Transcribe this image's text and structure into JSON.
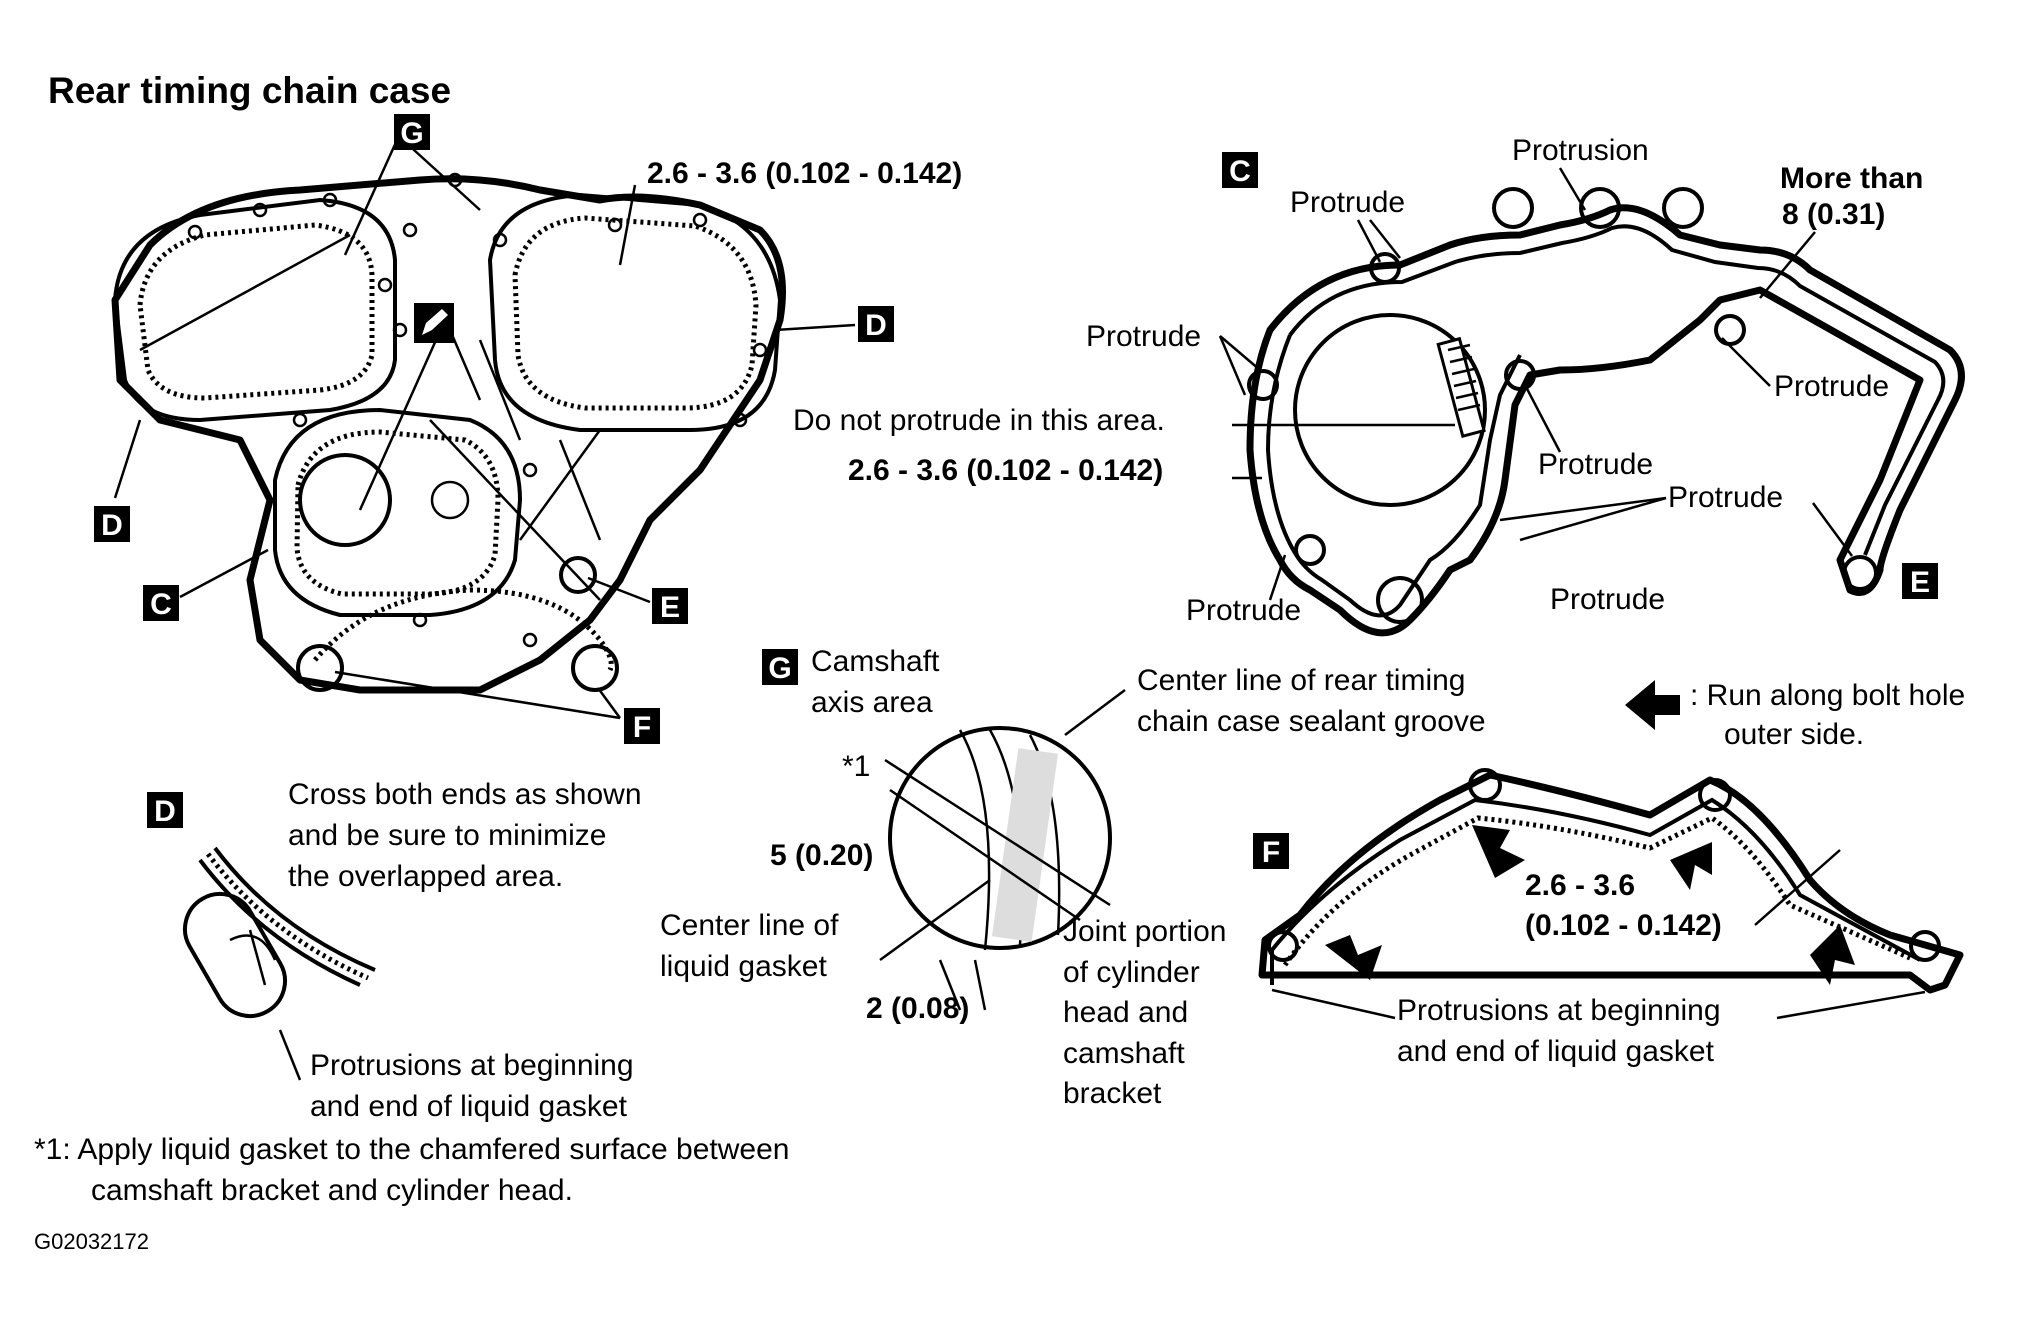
{
  "title": "Rear timing chain case",
  "figure_id": "G02032172",
  "boxes": [
    "G",
    "D",
    "D",
    "C",
    "E",
    "F",
    "C",
    "E",
    "G",
    "D",
    "F"
  ],
  "main_view": {
    "dim_top": "2.6  -  3.6  (0.102  -  0.142)"
  },
  "view_c": {
    "protrusion": "Protrusion",
    "protrude": "Protrude",
    "more_than_1": "More than",
    "more_than_2": "8  (0.31)",
    "do_not": "Do  not  protrude  in  this  area.",
    "dim": "2.6  -  3.6  (0.102  -  0.142)"
  },
  "view_g": {
    "heading_1": "Camshaft",
    "heading_2": "axis  area",
    "star1": "*1",
    "dim5": "5  (0.20)",
    "dim2": "2  (0.08)",
    "centerline_gasket_1": "Center  line  of",
    "centerline_gasket_2": "liquid  gasket",
    "centerline_case_1": "Center  line  of  rear  timing",
    "centerline_case_2": "chain  case  sealant  groove",
    "joint_1": "Joint  portion",
    "joint_2": "of  cylinder",
    "joint_3": "head  and",
    "joint_4": "camshaft",
    "joint_5": "bracket"
  },
  "view_d": {
    "cross_1": "Cross  both  ends  as  shown",
    "cross_2": "and  be  sure  to  minimize",
    "cross_3": "the  overlapped  area.",
    "prot_1": "Protrusions  at  beginning",
    "prot_2": "and  end  of  liquid  gasket"
  },
  "view_f": {
    "run_1": ":  Run  along  bolt  hole",
    "run_2": "outer  side.",
    "dim_1": "2.6  -  3.6",
    "dim_2": "(0.102  -  0.142)",
    "prot_1": "Protrusions  at  beginning",
    "prot_2": "and  end  of  liquid  gasket"
  },
  "footnote": {
    "line_1": "*1:  Apply  liquid  gasket  to  the  chamfered  surface  between",
    "line_2": "camshaft  bracket  and  cylinder  head."
  }
}
